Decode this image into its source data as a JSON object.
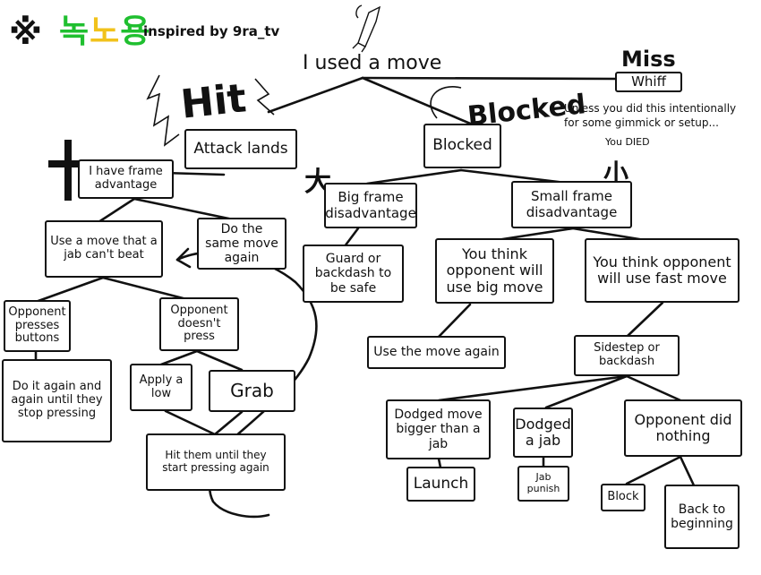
{
  "header": {
    "symbol": "※",
    "logo_text": "녹노용",
    "credit": "inspired by 9ra_tv",
    "logo_colors": [
      "#1fbf2f",
      "#f1c21b",
      "#1fbf2f"
    ]
  },
  "root": "I used a move",
  "annotations": {
    "hit": "Hit",
    "blocked": "Blocked",
    "miss": "Miss",
    "plus": "+",
    "big": "大",
    "small": "小",
    "miss_note_line1": "Unless you did this intentionally",
    "miss_note_line2": "for some gimmick or setup...",
    "died": "You DIED"
  },
  "nodes": {
    "whiff": "Whiff",
    "attack_lands": "Attack lands",
    "blocked": "Blocked",
    "frame_adv": "I have frame advantage",
    "big_disadv": "Big frame disadvantage",
    "small_disadv": "Small frame disadvantage",
    "jab_cant_beat": "Use a move that a jab can't beat",
    "do_same": "Do the same move again",
    "guard_backdash": "Guard or backdash to be safe",
    "think_big": "You think opponent will use big move",
    "think_fast": "You think opponent will use fast move",
    "opp_presses": "Opponent presses buttons",
    "opp_no_press": "Opponent doesn't press",
    "use_again": "Use the move again",
    "sidestep": "Sidestep or backdash",
    "do_again": "Do it again and again until they stop pressing",
    "apply_low": "Apply a low",
    "grab": "Grab",
    "dodged_big": "Dodged move bigger than a jab",
    "dodged_jab": "Dodged a jab",
    "opp_nothing": "Opponent did nothing",
    "hit_until": "Hit them until they start pressing again",
    "launch": "Launch",
    "jab_punish": "Jab punish",
    "block": "Block",
    "back_begin": "Back to beginning"
  },
  "colors": {
    "ink": "#111111",
    "background": "#ffffff"
  }
}
